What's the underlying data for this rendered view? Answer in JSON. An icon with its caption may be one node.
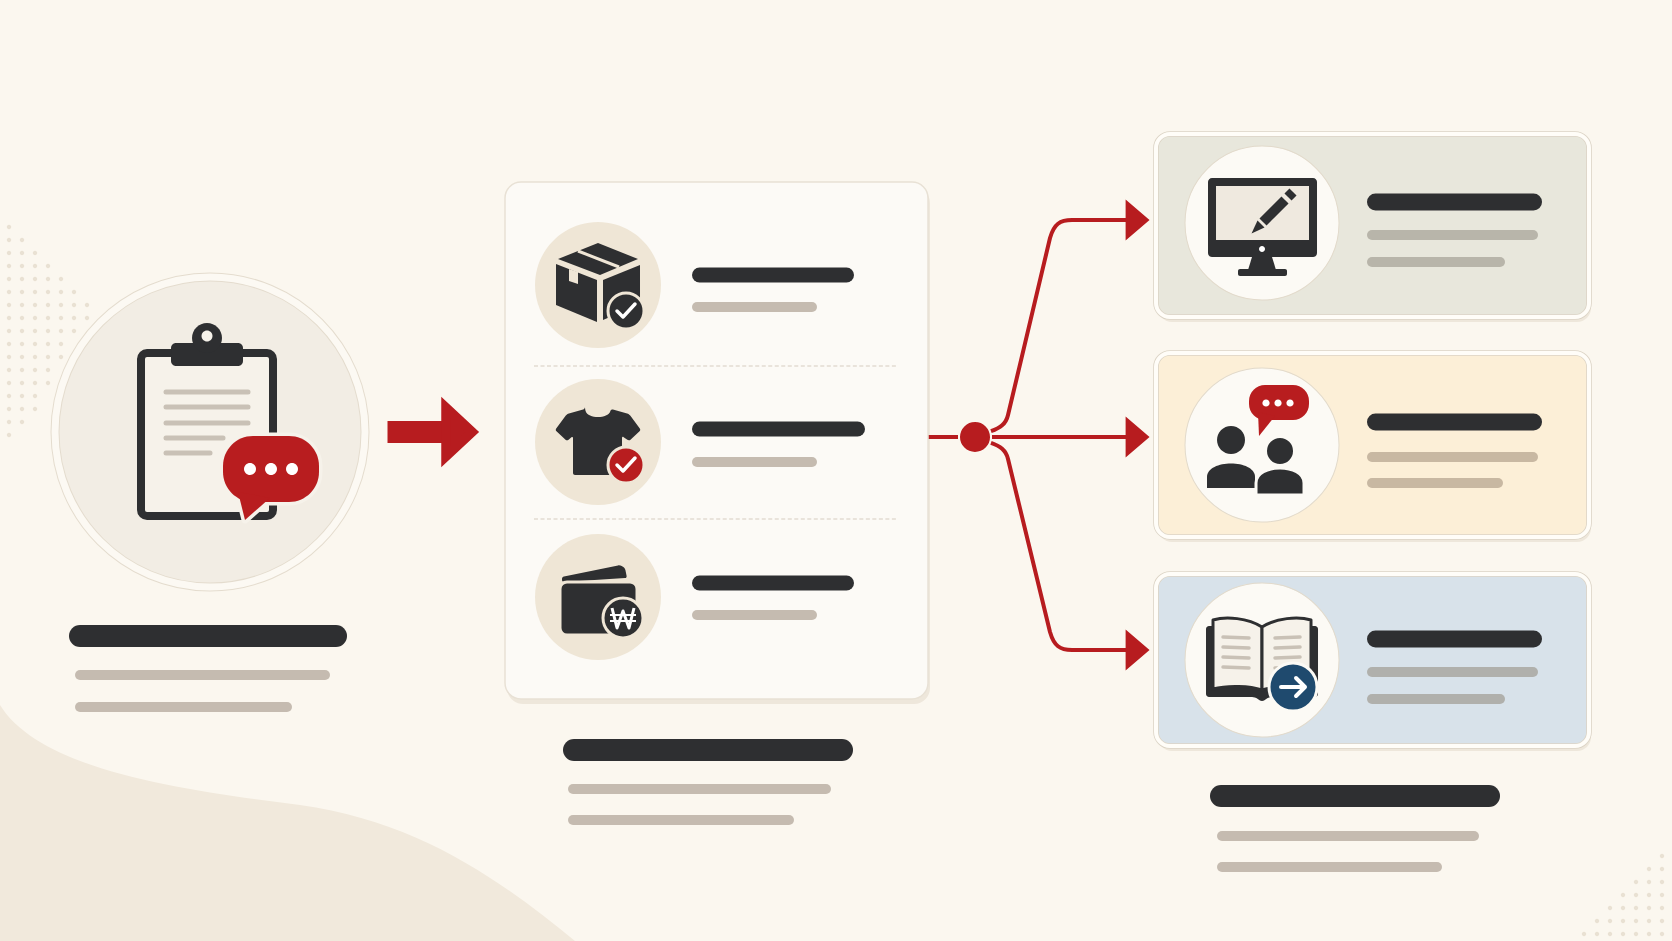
{
  "diagram": {
    "nodes": [
      {
        "text": [],
        "shape": "circle"
      },
      {
        "text": [],
        "shape": "box"
      },
      {
        "text": [],
        "shape": "circle"
      },
      {
        "text": [],
        "shape": "box"
      },
      {
        "text": [],
        "shape": "box"
      },
      {
        "text": [],
        "shape": "box"
      }
    ],
    "edges": [
      {
        "from": 0,
        "to": 1,
        "arrow": "to",
        "style": "thick"
      },
      {
        "from": 1,
        "to": 2,
        "arrow": "none"
      },
      {
        "from": 2,
        "to": 3,
        "arrow": "to"
      },
      {
        "from": 2,
        "to": 4,
        "arrow": "to"
      },
      {
        "from": 2,
        "to": 5,
        "arrow": "to"
      }
    ]
  }
}
